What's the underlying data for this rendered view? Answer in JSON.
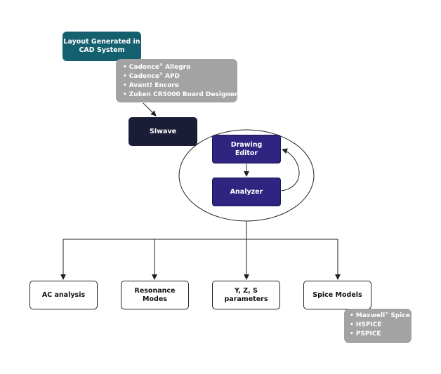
{
  "nodes": {
    "layout_generated": "Layout Generated in\nCAD System",
    "siwave": "SIwave",
    "drawing_editor": "Drawing\nEditor",
    "analyzer": "Analyzer",
    "ac_analysis": "AC analysis",
    "resonance_modes": "Resonance\nModes",
    "yzs_parameters": "Y, Z, S\nparameters",
    "spice_models": "Spice Models"
  },
  "cad_tools": [
    {
      "name": "Cadence",
      "sup": "®",
      "suffix": " Allegro"
    },
    {
      "name": "Cadence",
      "sup": "®",
      "suffix": " APD"
    },
    {
      "name": "Avant! Encore",
      "sup": "",
      "suffix": ""
    },
    {
      "name": "Zuken CR5000 Board Designer",
      "sup": "",
      "suffix": ""
    }
  ],
  "spice_tools": [
    {
      "name": "Maxwell",
      "sup": "®",
      "suffix": " Spice"
    },
    {
      "name": "HSPICE",
      "sup": "",
      "suffix": ""
    },
    {
      "name": "PSPICE",
      "sup": "",
      "suffix": ""
    }
  ],
  "colors": {
    "teal": "#15606f",
    "navy": "#1b1c36",
    "purple": "#2f2580",
    "gray_note": "#a3a3a3",
    "line": "#222222"
  }
}
